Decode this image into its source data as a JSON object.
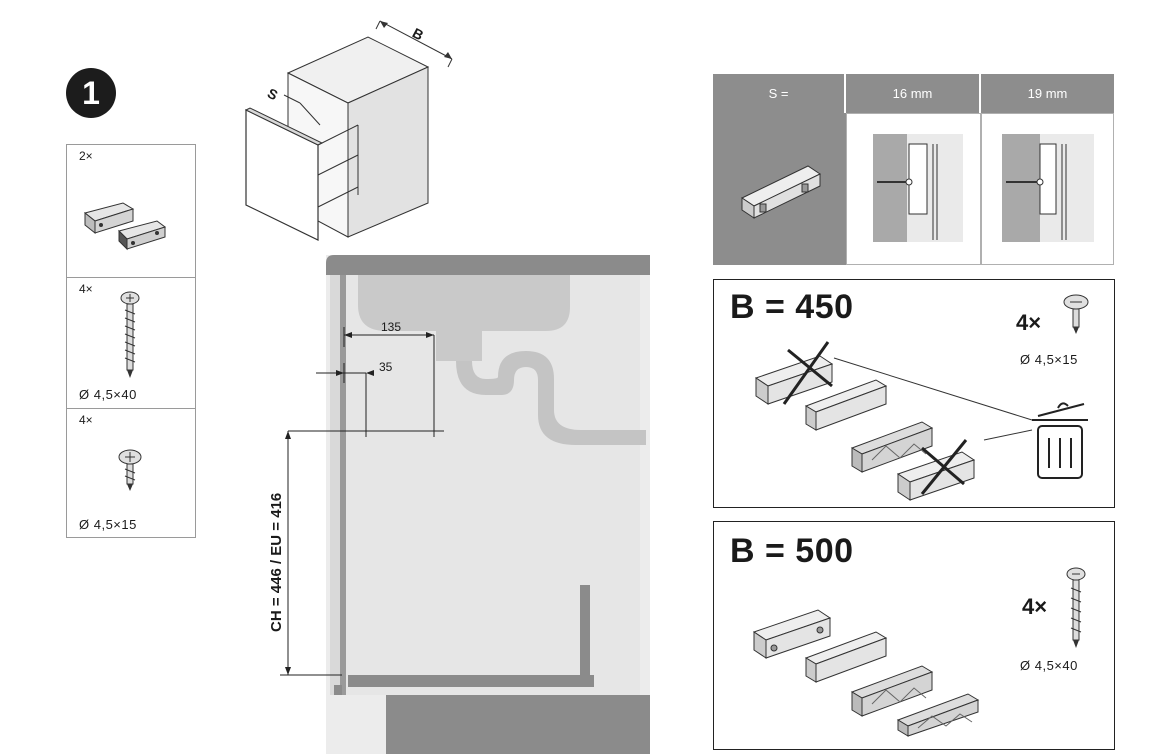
{
  "step": {
    "number": "1"
  },
  "parts_list": {
    "items": [
      {
        "qty": "2×",
        "icon": "bracket-pair-icon",
        "dia": ""
      },
      {
        "qty": "4×",
        "icon": "long-screw-icon",
        "dia": "Ø 4,5×40"
      },
      {
        "qty": "4×",
        "icon": "short-screw-icon",
        "dia": "Ø 4,5×15"
      }
    ]
  },
  "cabinet": {
    "labels": {
      "width": "B",
      "thickness": "S"
    }
  },
  "section": {
    "dims": {
      "d135": "135",
      "d35": "35"
    },
    "height_label": "CH = 446 / EU = 416"
  },
  "spacer_table": {
    "headers": [
      "S =",
      "16 mm",
      "19 mm"
    ]
  },
  "option_450": {
    "title": "B = 450",
    "qty": "4×",
    "dia": "Ø 4,5×15"
  },
  "option_500": {
    "title": "B = 500",
    "qty": "4×",
    "dia": "Ø 4,5×40"
  },
  "colors": {
    "header_gray": "#8d8d8d",
    "sink_gray": "#c9c9c9",
    "cabinet_fill": "#ececec"
  }
}
